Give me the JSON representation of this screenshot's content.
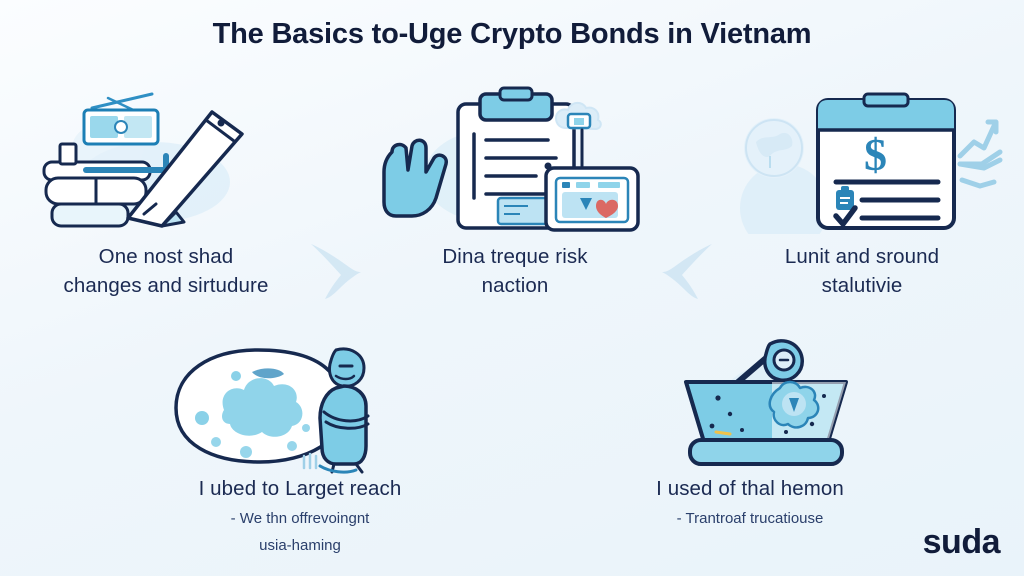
{
  "slide": {
    "title": "The Basics to-Uge Crypto Bonds in Vietnam",
    "background_start": "#fbfdff",
    "background_end": "#e9f3fa",
    "title_color": "#111c3a",
    "accent_dark": "#16294f",
    "accent_mid": "#2b85b8",
    "accent_light": "#7dcce6",
    "accent_pale": "#cfe6f5"
  },
  "items": [
    {
      "id": "item-1",
      "icon": "documents-and-pen-icon",
      "caption_line1": "One nost shad",
      "caption_line2": "changes and sirtudure"
    },
    {
      "id": "item-2",
      "icon": "clipboard-hand-pointer-icon",
      "caption_line1": "Dina treque risk",
      "caption_line2": "naction"
    },
    {
      "id": "item-3",
      "icon": "dollar-checklist-clipboard-icon",
      "caption_line1": "Lunit and sround",
      "caption_line2": "stalutivie"
    },
    {
      "id": "item-4",
      "icon": "person-with-blob-icon",
      "caption_line1": "I ubed to Larget reach",
      "subcaption_line1": "- We thn offrevoingnt",
      "subcaption_line2": "usia-haming"
    },
    {
      "id": "item-5",
      "icon": "basket-magnifier-icon",
      "caption_line1": "I used of thal hemon",
      "subcaption_line1": "- Trantroaf trucatiouse"
    }
  ],
  "connectors": {
    "right_chevron": "chevron-right-icon",
    "left_chevron": "chevron-left-icon"
  },
  "logo": {
    "text": "suda"
  }
}
